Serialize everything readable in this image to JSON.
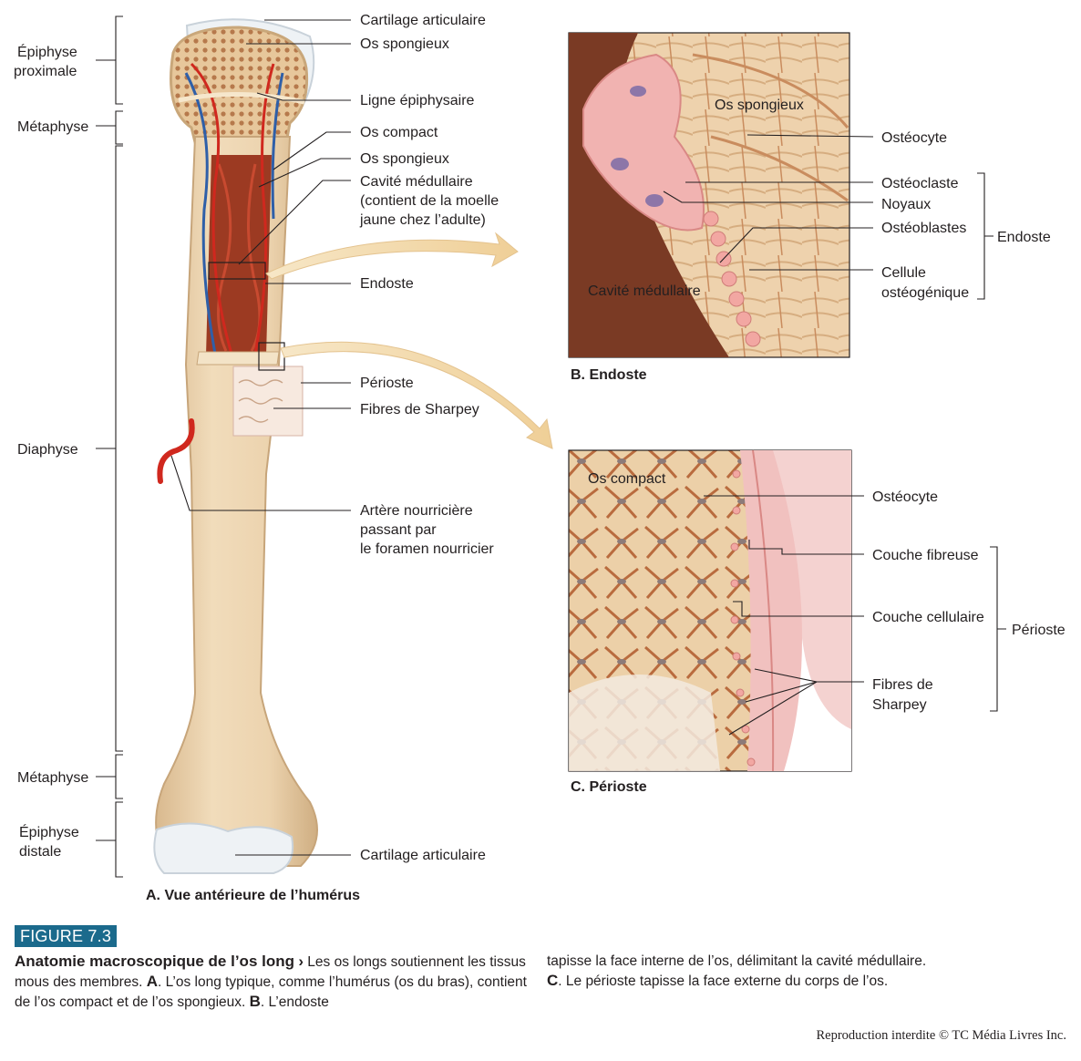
{
  "left_labels": {
    "epiphyse_proximale": [
      "Épiphyse",
      "proximale"
    ],
    "metaphyse_top": "Métaphyse",
    "diaphyse": "Diaphyse",
    "metaphyse_bottom": "Métaphyse",
    "epiphyse_distale": [
      "Épiphyse",
      "distale"
    ]
  },
  "humerus_labels": {
    "cartilage_top": "Cartilage articulaire",
    "os_spongieux_1": "Os spongieux",
    "ligne_epiphysaire": "Ligne épiphysaire",
    "os_compact": "Os compact",
    "os_spongieux_2": "Os spongieux",
    "cavite": [
      "Cavité médullaire",
      "(contient de la moelle",
      "jaune chez l’adulte)"
    ],
    "endoste": "Endoste",
    "perioste": "Périoste",
    "fibres_sharpey": "Fibres de Sharpey",
    "artere": [
      "Artère nourricière",
      "passant par",
      "le foramen nourricier"
    ],
    "cartilage_bottom": "Cartilage articulaire"
  },
  "panel_titles": {
    "a": "A. Vue antérieure de l’humérus",
    "b": "B. Endoste",
    "c": "C. Périoste"
  },
  "panel_b": {
    "inside_spongieux": "Os spongieux",
    "inside_cavite": "Cavité médullaire",
    "osteocyte": "Ostéocyte",
    "osteoclaste": "Ostéoclaste",
    "noyaux": "Noyaux",
    "osteoblastes": "Ostéoblastes",
    "cellule": [
      "Cellule",
      "ostéogénique"
    ],
    "endoste_group": "Endoste"
  },
  "panel_c": {
    "inside_compact": "Os compact",
    "osteocyte": "Ostéocyte",
    "couche_fibreuse": "Couche fibreuse",
    "couche_cellulaire": "Couche cellulaire",
    "fibres": [
      "Fibres de",
      "Sharpey"
    ],
    "perioste_group": "Périoste"
  },
  "caption": {
    "figure_label": "FIGURE 7.3",
    "title": "Anatomie macroscopique de l’os long",
    "arrow": "›",
    "left_text": "Les os longs soutiennent les tissus mous des membres.",
    "a_marker": "A",
    "a_text": ". L’os long typique, comme l’humérus (os du bras), contient de l’os compact et de l’os spongieux.",
    "b_marker": "B",
    "b_text": ". L’endoste",
    "right_text": "tapisse la face interne de l’os, délimitant la cavité médullaire.",
    "c_marker": "C",
    "c_text": ". Le périoste tapisse la face externe du corps de l’os."
  },
  "credit": "Reproduction interdite © TC Média Livres Inc.",
  "colors": {
    "bone": "#ecd3ae",
    "bone_shade": "#d9b98e",
    "marrow": "#9c3a22",
    "artery": "#d0281e",
    "vein": "#2f5fa8",
    "cartilage": "#eef2f5",
    "panel_tissue": "#e9c9a2",
    "periosteum": "#e8a9a6",
    "arrow": "#f2d8a8",
    "badge": "#1b6a8c"
  }
}
